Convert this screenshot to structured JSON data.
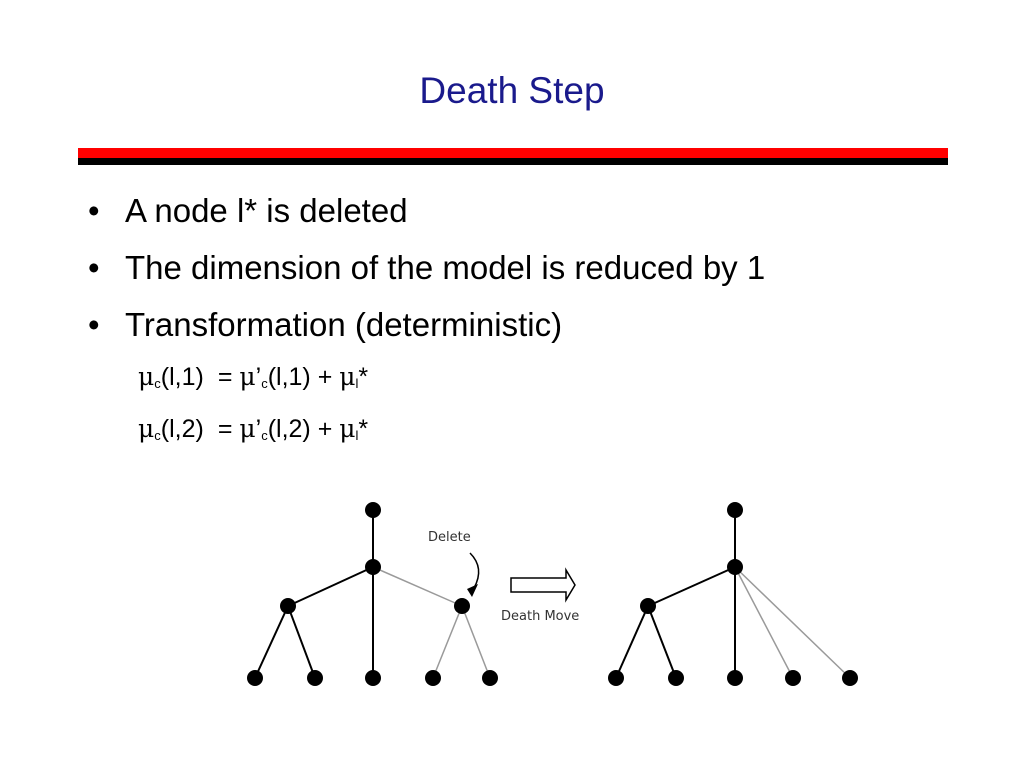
{
  "slide": {
    "title": "Death Step",
    "bullets": [
      "A node l* is deleted",
      "The dimension of the model is reduced by 1",
      "Transformation (deterministic)"
    ],
    "bullet_symbol": "•",
    "equations": [
      {
        "mu": "μ",
        "sub": "c",
        "arg": "(l,1)",
        "eq": "=",
        "mu2": "μ",
        "prime": "’",
        "sub2": "c",
        "arg2": "(l,1) +",
        "mu3": "μ",
        "sub3": "l",
        "star": "*"
      },
      {
        "mu": "μ",
        "sub": "c",
        "arg": "(l,2)",
        "eq": "=",
        "mu2": "μ",
        "prime": "’",
        "sub2": "c",
        "arg2": "(l,2) +",
        "mu3": "μ",
        "sub3": "l",
        "star": "*"
      }
    ]
  },
  "diagram": {
    "delete_label": "Delete",
    "death_move_label": "Death Move",
    "colors": {
      "node": "#000000",
      "edge_dark": "#000000",
      "edge_gray": "#9a9a9a"
    }
  }
}
